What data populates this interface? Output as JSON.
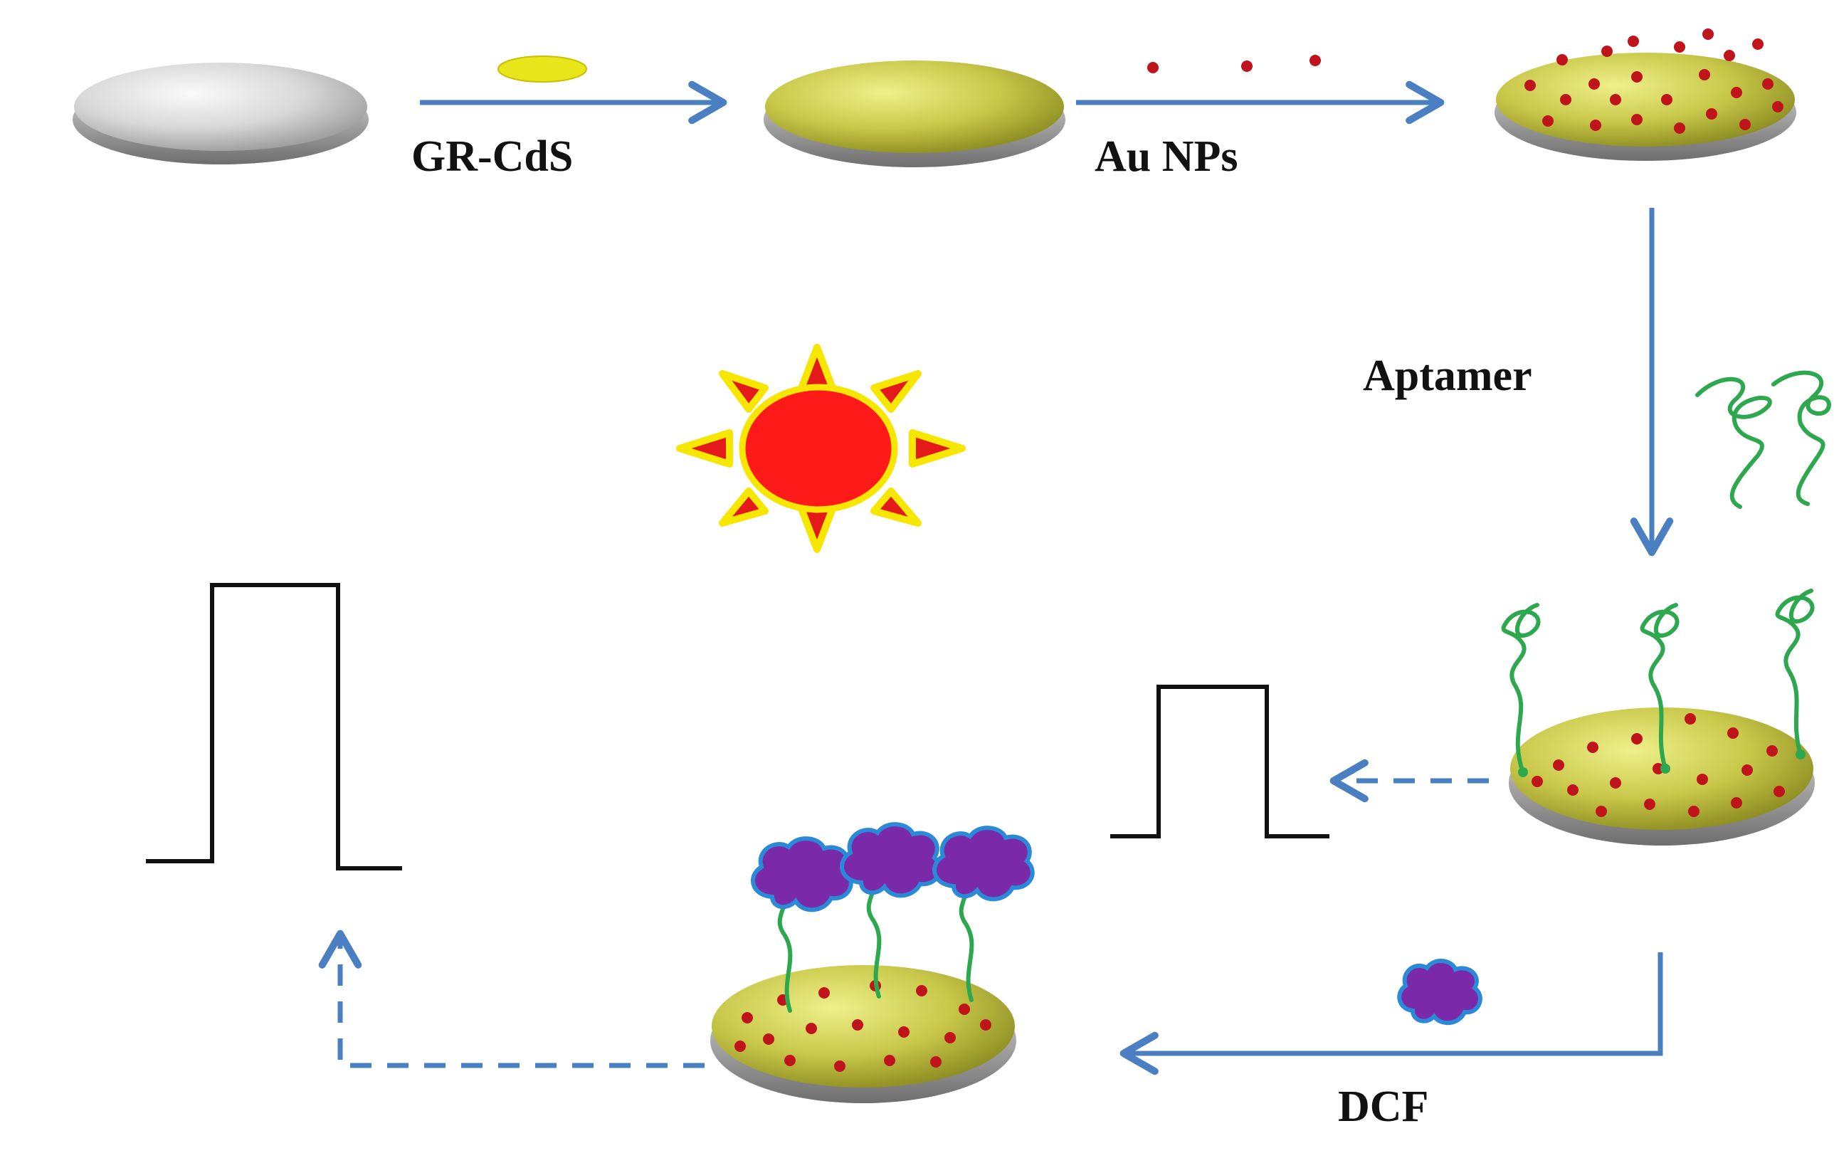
{
  "labels": {
    "step1": "GR-CdS",
    "step2": "Au NPs",
    "step3": "Aptamer",
    "step4": "DCF"
  },
  "colors": {
    "arrow": "#4a7fc1",
    "bare_disk": "#d6d6d6",
    "coated_disk": "#c9c94a",
    "cds_flake": "#e8e61a",
    "au_np": "#c0141c",
    "aptamer": "#2ea84f",
    "dcf_body": "#7a2aa8",
    "dcf_edge": "#2a8ad8",
    "sun_core": "#ff1a1a",
    "sun_ray": "#e41a1a",
    "sun_glow": "#f6e600",
    "signal": "#111111"
  },
  "icons": [
    "bare-electrode-disk",
    "gr-cds-flake",
    "au-nanoparticle",
    "aptamer-strand",
    "dcf-molecule",
    "sun-light-icon",
    "photocurrent-pulse"
  ]
}
